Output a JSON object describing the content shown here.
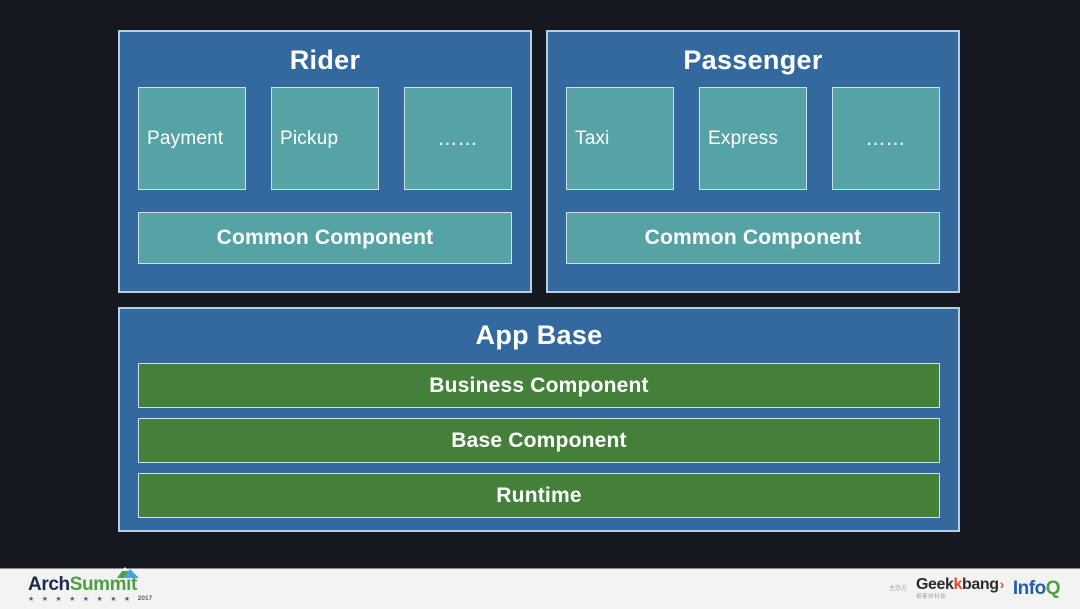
{
  "slide": {
    "background_color": "#15181f",
    "panel_color": "#34699f",
    "tile_color": "#56a3a5",
    "layer_color": "#44803a",
    "border_color": "#cfe0ee"
  },
  "panels": [
    {
      "title": "Rider",
      "tiles": [
        {
          "label": "Payment"
        },
        {
          "label": "Pickup"
        },
        {
          "label": "……"
        }
      ],
      "common_bar": "Common Component"
    },
    {
      "title": "Passenger",
      "tiles": [
        {
          "label": "Taxi"
        },
        {
          "label": "Express"
        },
        {
          "label": "……"
        }
      ],
      "common_bar": "Common Component"
    }
  ],
  "app_base": {
    "title": "App Base",
    "layers": [
      {
        "label": "Business Component"
      },
      {
        "label": "Base Component"
      },
      {
        "label": "Runtime"
      }
    ]
  },
  "footer": {
    "archsummit": {
      "word_arch": "Arch",
      "word_summit": "Summit",
      "stars": "★ ★ ★ ★ ★ ★ ★ ★",
      "year": "2017"
    },
    "sponsor_note": "主办方",
    "geekbang": {
      "word_geek": "Geek",
      "word_k": "k",
      "word_bang": "bang",
      "arrow": "›",
      "sub": "极客邦科技"
    },
    "infoq": {
      "word_info": "Info",
      "word_q": "Q"
    }
  }
}
